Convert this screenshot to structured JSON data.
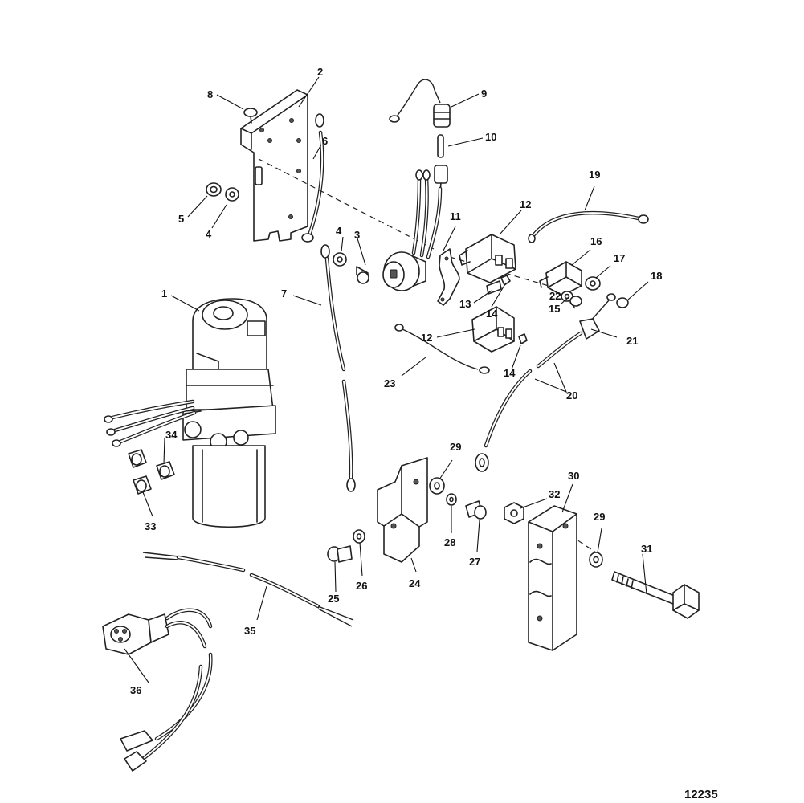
{
  "diagram": {
    "drawing_number": "12235",
    "callouts": [
      "1",
      "2",
      "3",
      "4",
      "4",
      "5",
      "6",
      "7",
      "8",
      "9",
      "10",
      "11",
      "12",
      "12",
      "13",
      "14",
      "14",
      "15",
      "16",
      "17",
      "18",
      "19",
      "20",
      "21",
      "22",
      "23",
      "24",
      "25",
      "26",
      "27",
      "28",
      "29",
      "29",
      "30",
      "31",
      "32",
      "33",
      "34",
      "35",
      "36"
    ]
  }
}
